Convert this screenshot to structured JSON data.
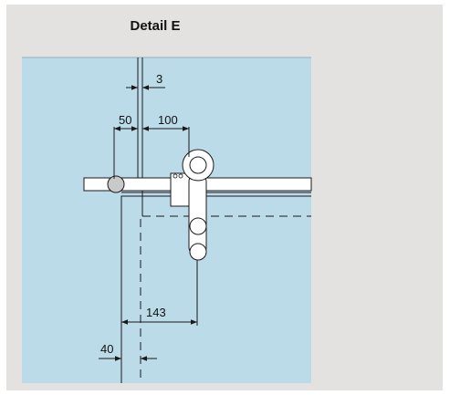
{
  "title": "Detail E",
  "dimensions": {
    "gap": "3",
    "offset_left": "50",
    "offset_right": "100",
    "width_bottom": "143",
    "edge_bottom": "40"
  },
  "colors": {
    "panel_background": "#e4e2e0",
    "glass": "#bcdbe9",
    "line": "#1a1a1a",
    "hardware": "#ffffff",
    "stopper": "#c9c9c9"
  }
}
